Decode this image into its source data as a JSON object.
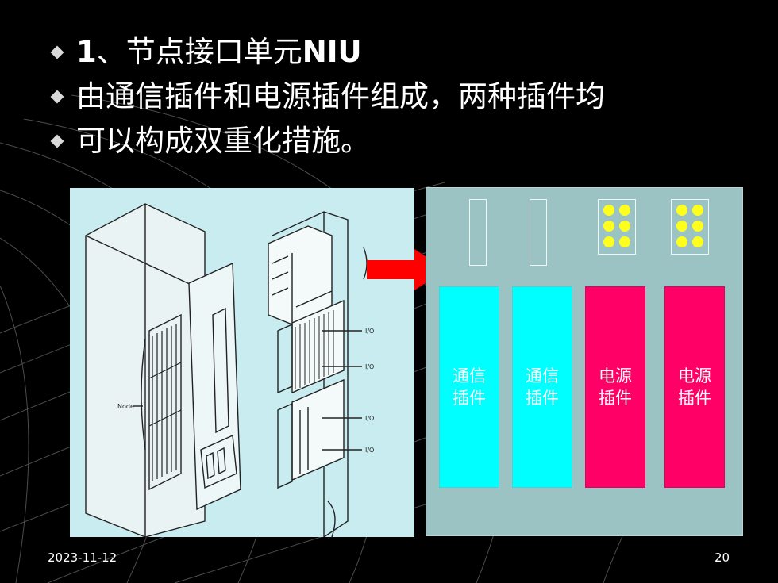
{
  "bullets": [
    {
      "text": "1、节点接口单元NIU"
    },
    {
      "text": "由通信插件和电源插件组成，两种插件均"
    },
    {
      "text": "可以构成双重化措施。"
    }
  ],
  "diagram": {
    "labels": {
      "io": "I/O",
      "node": "Node"
    },
    "cards": [
      {
        "line1": "通信",
        "line2": "插件",
        "kind": "comm"
      },
      {
        "line1": "通信",
        "line2": "插件",
        "kind": "comm"
      },
      {
        "line1": "电源",
        "line2": "插件",
        "kind": "power"
      },
      {
        "line1": "电源",
        "line2": "插件",
        "kind": "power"
      }
    ],
    "colors": {
      "comm": "#00ffff",
      "power": "#ff0066",
      "arrow": "#ff0000",
      "dot": "#ffff1e"
    }
  },
  "footer": {
    "date": "2023-11-12",
    "page": "20"
  }
}
